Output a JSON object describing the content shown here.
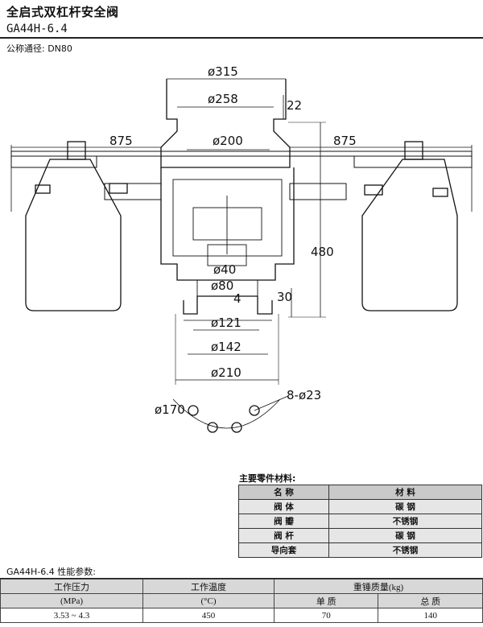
{
  "header": {
    "title": "全启式双杠杆安全阀",
    "model": "GA44H-6.4",
    "nominal_diameter": "公称通径: DN80"
  },
  "drawing": {
    "dim_315": "ø315",
    "dim_258": "ø258",
    "dim_22": "22",
    "dim_200": "ø200",
    "dim_875_left": "875",
    "dim_875_right": "875",
    "dim_480": "480",
    "dim_40": "ø40",
    "dim_80": "ø80",
    "dim_4": "4",
    "dim_30": "30",
    "dim_121": "ø121",
    "dim_142": "ø142",
    "dim_210": "ø210",
    "dim_holes": "8-ø23",
    "dim_170": "ø170"
  },
  "materials": {
    "caption": "主要零件材料:",
    "headers": [
      "名    称",
      "材    料"
    ],
    "rows": [
      {
        "name": "阀 体",
        "material": "碳 钢"
      },
      {
        "name": "阀 瓣",
        "material": "不锈钢"
      },
      {
        "name": "阀 杆",
        "material": "碳 钢"
      },
      {
        "name": "导向套",
        "material": "不锈钢"
      }
    ]
  },
  "performance": {
    "caption": "GA44H-6.4 性能参数:",
    "col_pressure": "工作压力",
    "col_pressure_unit": "(MPa)",
    "col_temp": "工作温度",
    "col_temp_unit": "(°C)",
    "col_weight": "重锤质量(kg)",
    "col_single": "单 质",
    "col_total": "总 质",
    "row": {
      "pressure": "3.53 ~ 4.3",
      "temp": "450",
      "single": "70",
      "total": "140"
    }
  }
}
